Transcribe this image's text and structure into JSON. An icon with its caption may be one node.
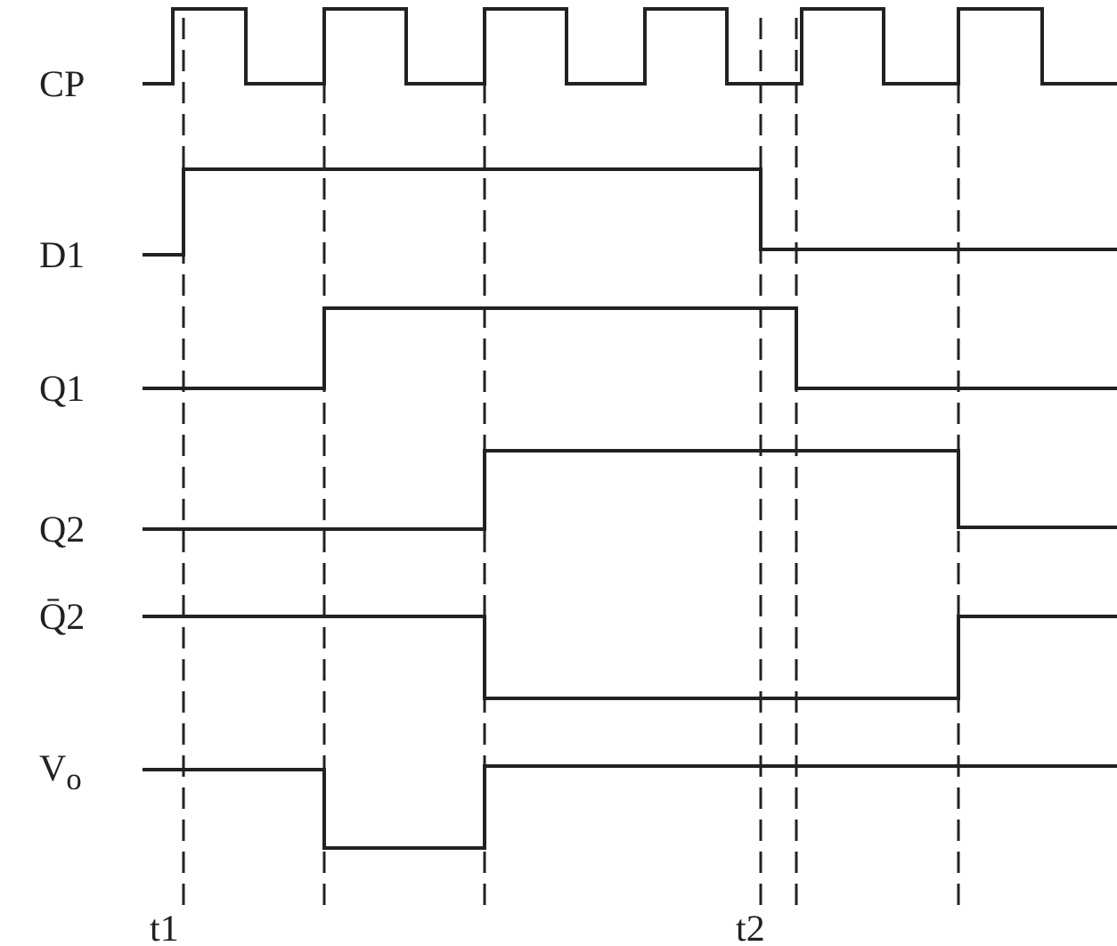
{
  "diagram": {
    "labels": [
      "CP",
      "D1",
      "Q1",
      "Q2",
      "Q̄2",
      "V$_{o}$",
      "t1",
      "t2"
    ]
  }
}
